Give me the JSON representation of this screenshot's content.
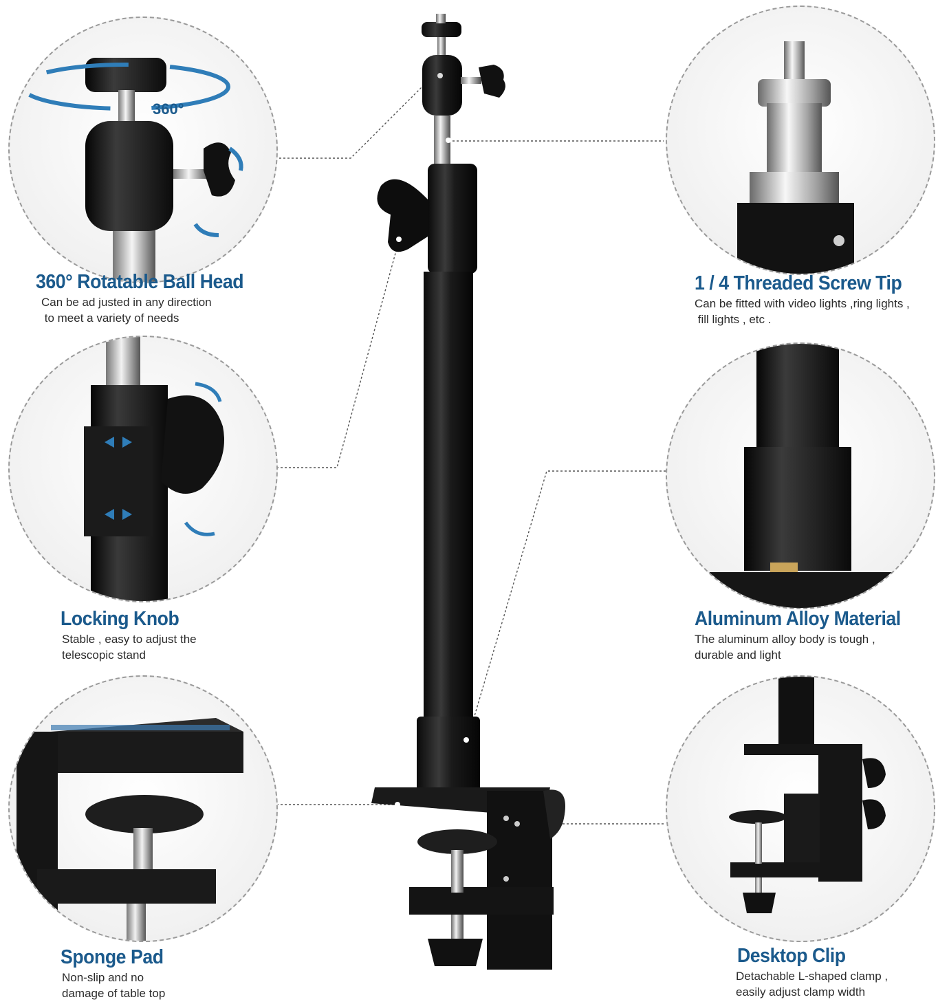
{
  "features": [
    {
      "id": "ball-head",
      "title": "360° Rotatable Ball Head",
      "lines": [
        "Can be ad justed in any direction",
        " to meet a variety of needs"
      ],
      "badge": "360°"
    },
    {
      "id": "screw-tip",
      "title": "1 / 4 Threaded Screw Tip",
      "lines": [
        "Can be fitted with video lights ,ring lights ,",
        " fill lights , etc ."
      ]
    },
    {
      "id": "locking-knob",
      "title": "Locking Knob",
      "lines": [
        "Stable , easy to adjust the",
        "telescopic stand"
      ]
    },
    {
      "id": "alloy",
      "title": "Aluminum Alloy Material",
      "lines": [
        "The aluminum alloy body is tough ,",
        "durable and light"
      ]
    },
    {
      "id": "sponge-pad",
      "title": "Sponge Pad",
      "lines": [
        "Non-slip and no",
        "damage of table top"
      ]
    },
    {
      "id": "desktop-clip",
      "title": "Desktop Clip",
      "lines": [
        "Detachable L-shaped clamp ,",
        "easily adjust clamp width"
      ]
    }
  ],
  "colors": {
    "accent": "#1b5a8c",
    "arrow": "#2f7db8",
    "metal_dark": "#151515",
    "chrome": "#c9c9c9"
  }
}
